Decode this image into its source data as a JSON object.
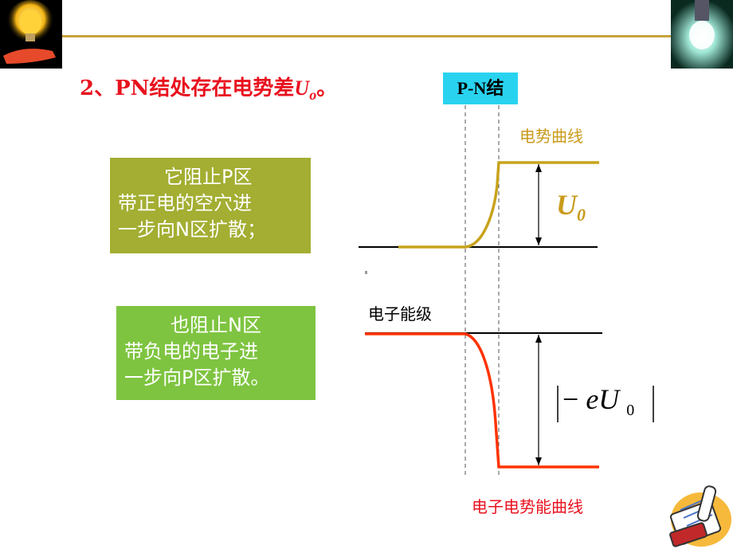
{
  "title": {
    "number": "2、",
    "text": "PN结处存在电势差",
    "symbol": "U",
    "subscript": "o",
    "end": "。"
  },
  "box1": {
    "line1": "它阻止P区",
    "line2": "带正电的空穴进",
    "line3": "一步向N区扩散；"
  },
  "box2": {
    "line1": "也阻止N区",
    "line2": "带负电的电子进",
    "line3": "一步向P区扩散。"
  },
  "diagram": {
    "junction_label": "P-N结",
    "potential_curve_label": "电势曲线",
    "potential_symbol": "U",
    "potential_subscript": "0",
    "electron_level_label": "电子能级",
    "energy_curve_label": "电子电势能曲线",
    "energy_expr": {
      "minus": "− ",
      "e": "e",
      "U": "U",
      "subscript": "0"
    }
  },
  "colors": {
    "title": "#e8121f",
    "potential": "#c8a31c",
    "energy": "#ff3300",
    "junction_bg": "#29d3ef",
    "box1_bg": "#a3ae32",
    "box2_bg": "#7ec440",
    "rule": "#c8a33a"
  }
}
